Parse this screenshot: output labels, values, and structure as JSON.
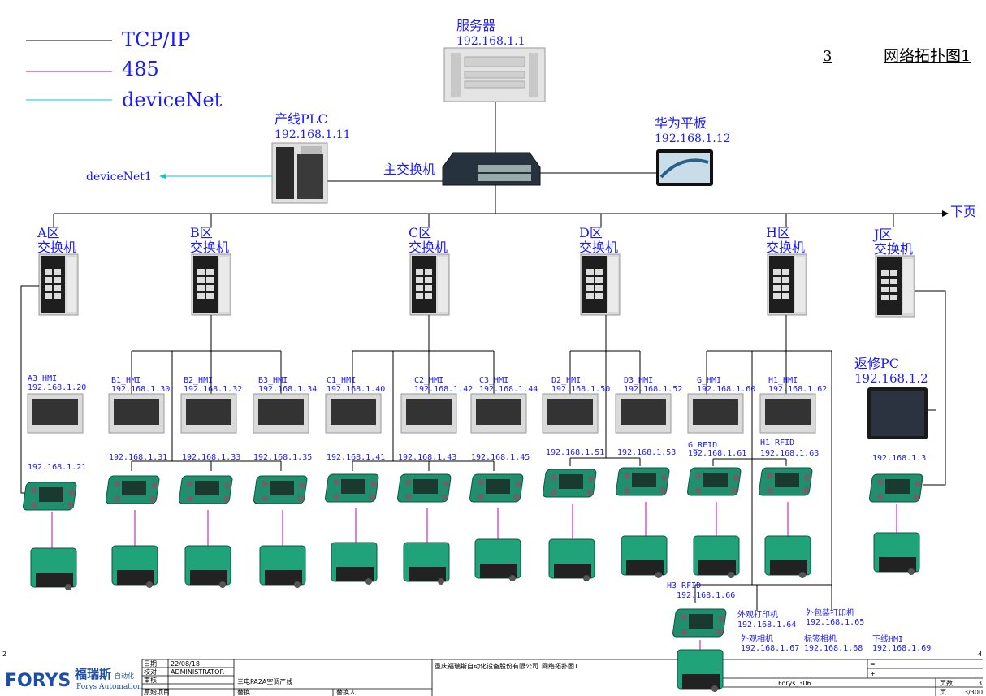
{
  "legend": [
    {
      "label": "TCP/IP",
      "color": "#000000"
    },
    {
      "label": "485",
      "color": "#c000c0"
    },
    {
      "label": "deviceNet",
      "color": "#00c8d0"
    }
  ],
  "page_number": "3",
  "page_title": "网络拓扑图1",
  "server": {
    "name": "服务器",
    "ip": "192.168.1.1"
  },
  "plc": {
    "name": "产线PLC",
    "ip": "192.168.1.11"
  },
  "tablet": {
    "name": "华为平板",
    "ip": "192.168.1.12"
  },
  "main_switch": "主交换机",
  "devicenet_out": "deviceNet1",
  "next_page": "下页",
  "switches": [
    {
      "zone": "A区",
      "label": "交换机"
    },
    {
      "zone": "B区",
      "label": "交换机"
    },
    {
      "zone": "C区",
      "label": "交换机"
    },
    {
      "zone": "D区",
      "label": "交换机"
    },
    {
      "zone": "H区",
      "label": "交换机"
    },
    {
      "zone": "J区",
      "label": "交换机"
    }
  ],
  "hmis": [
    {
      "name": "A3_HMI",
      "ip": "192.168.1.20"
    },
    {
      "name": "B1_HMI",
      "ip": "192.168.1.30"
    },
    {
      "name": "B2_HMI",
      "ip": "192.168.1.32"
    },
    {
      "name": "B3_HMI",
      "ip": "192.168.1.34"
    },
    {
      "name": "C1_HMI",
      "ip": "192.168.1.40"
    },
    {
      "name": "C2_HMI",
      "ip": "192.168.1.42"
    },
    {
      "name": "C3_HMI",
      "ip": "192.168.1.44"
    },
    {
      "name": "D2_HMI",
      "ip": "192.168.1.50"
    },
    {
      "name": "D3_HMI",
      "ip": "192.168.1.52"
    },
    {
      "name": "G_HMI",
      "ip": "192.168.1.60"
    },
    {
      "name": "H1_HMI",
      "ip": "192.168.1.62"
    }
  ],
  "rfids": [
    {
      "name": "",
      "ip": "192.168.1.21"
    },
    {
      "name": "",
      "ip": "192.168.1.31"
    },
    {
      "name": "",
      "ip": "192.168.1.33"
    },
    {
      "name": "",
      "ip": "192.168.1.35"
    },
    {
      "name": "",
      "ip": "192.168.1.41"
    },
    {
      "name": "",
      "ip": "192.168.1.43"
    },
    {
      "name": "",
      "ip": "192.168.1.45"
    },
    {
      "name": "",
      "ip": "192.168.1.51"
    },
    {
      "name": "",
      "ip": "192.168.1.53"
    },
    {
      "name": "G_RFID",
      "ip": "192.168.1.61"
    },
    {
      "name": "H1_RFID",
      "ip": "192.168.1.63"
    },
    {
      "name": "",
      "ip": "192.168.1.3"
    }
  ],
  "repair_pc": {
    "name": "返修PC",
    "ip": "192.168.1.2"
  },
  "h3_rfid": {
    "name": "H3_RFID",
    "ip": "192.168.1.66"
  },
  "extra_devices": [
    {
      "name": "外观打印机",
      "ip": "192.168.1.64"
    },
    {
      "name": "外包装打印机",
      "ip": "192.168.1.65"
    },
    {
      "name": "外观相机",
      "ip": "192.168.1.67"
    },
    {
      "name": "标签相机",
      "ip": "192.168.1.68"
    },
    {
      "name": "下线HMI",
      "ip": "192.168.1.69"
    }
  ],
  "logo": {
    "brand": "FORYS",
    "cn": "福瑞斯",
    "sub": "自动化",
    "en": "Forys Automation"
  },
  "title_block": {
    "date_label": "日期",
    "date": "22/08/18",
    "check_label": "校对",
    "checker": "ADMINISTRATOR",
    "review_label": "审核",
    "orig_label": "原始项目",
    "replace_label": "替换",
    "replacer_label": "替换人",
    "project": "三电PA2A空调产线",
    "company": "重庆福瑞斯自动化设备股份有限公司",
    "drawing": "网络拓扑图1",
    "eq": "=",
    "plus": "+",
    "file": "Forys_306",
    "pages_label": "页数",
    "pages": "3",
    "page_label": "页",
    "page": "3/300"
  },
  "corner_left": "2",
  "corner_right": "4"
}
